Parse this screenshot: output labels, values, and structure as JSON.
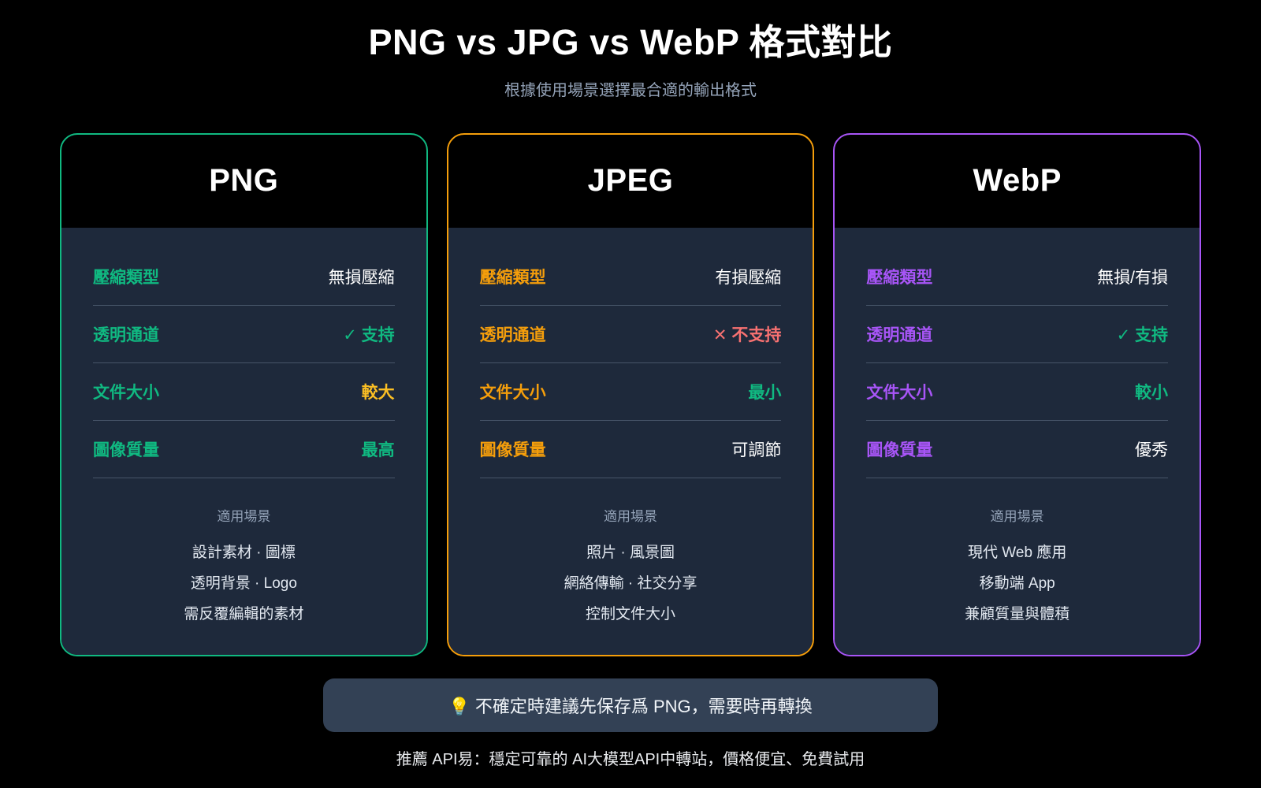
{
  "header": {
    "title": "PNG vs JPG vs WebP 格式對比",
    "subtitle": "根據使用場景選擇最合適的輸出格式"
  },
  "colors": {
    "png_accent": "#10b981",
    "jpeg_accent": "#f59e0b",
    "webp_accent": "#a855f7",
    "page_bg": "#000000",
    "card_bg": "#1e293b",
    "tip_bg": "#334155",
    "positive": "#10b981",
    "negative": "#f87171",
    "warning": "#fbbf24",
    "muted": "#94a3b8"
  },
  "cards": [
    {
      "name": "PNG",
      "accent": "#10b981",
      "specs": [
        {
          "label": "壓縮類型",
          "value": "無損壓縮",
          "value_color": "#ffffff",
          "icon": ""
        },
        {
          "label": "透明通道",
          "value": "支持",
          "value_color": "#10b981",
          "icon": "✓"
        },
        {
          "label": "文件大小",
          "value": "較大",
          "value_color": "#fbbf24",
          "icon": ""
        },
        {
          "label": "圖像質量",
          "value": "最高",
          "value_color": "#10b981",
          "icon": ""
        }
      ],
      "usecases_title": "適用場景",
      "usecases": [
        "設計素材 · 圖標",
        "透明背景 · Logo",
        "需反覆編輯的素材"
      ]
    },
    {
      "name": "JPEG",
      "accent": "#f59e0b",
      "specs": [
        {
          "label": "壓縮類型",
          "value": "有損壓縮",
          "value_color": "#ffffff",
          "icon": ""
        },
        {
          "label": "透明通道",
          "value": "不支持",
          "value_color": "#f87171",
          "icon": "✕"
        },
        {
          "label": "文件大小",
          "value": "最小",
          "value_color": "#10b981",
          "icon": ""
        },
        {
          "label": "圖像質量",
          "value": "可調節",
          "value_color": "#ffffff",
          "icon": ""
        }
      ],
      "usecases_title": "適用場景",
      "usecases": [
        "照片 · 風景圖",
        "網絡傳輸 · 社交分享",
        "控制文件大小"
      ]
    },
    {
      "name": "WebP",
      "accent": "#a855f7",
      "specs": [
        {
          "label": "壓縮類型",
          "value": "無損/有損",
          "value_color": "#ffffff",
          "icon": ""
        },
        {
          "label": "透明通道",
          "value": "支持",
          "value_color": "#10b981",
          "icon": "✓"
        },
        {
          "label": "文件大小",
          "value": "較小",
          "value_color": "#10b981",
          "icon": ""
        },
        {
          "label": "圖像質量",
          "value": "優秀",
          "value_color": "#ffffff",
          "icon": ""
        }
      ],
      "usecases_title": "適用場景",
      "usecases": [
        "現代 Web 應用",
        "移動端 App",
        "兼顧質量與體積"
      ]
    }
  ],
  "tip": {
    "icon": "💡",
    "text": "不確定時建議先保存爲 PNG，需要時再轉換"
  },
  "footer": {
    "text": "推薦 API易：穩定可靠的 AI大模型API中轉站，價格便宜、免費試用"
  }
}
